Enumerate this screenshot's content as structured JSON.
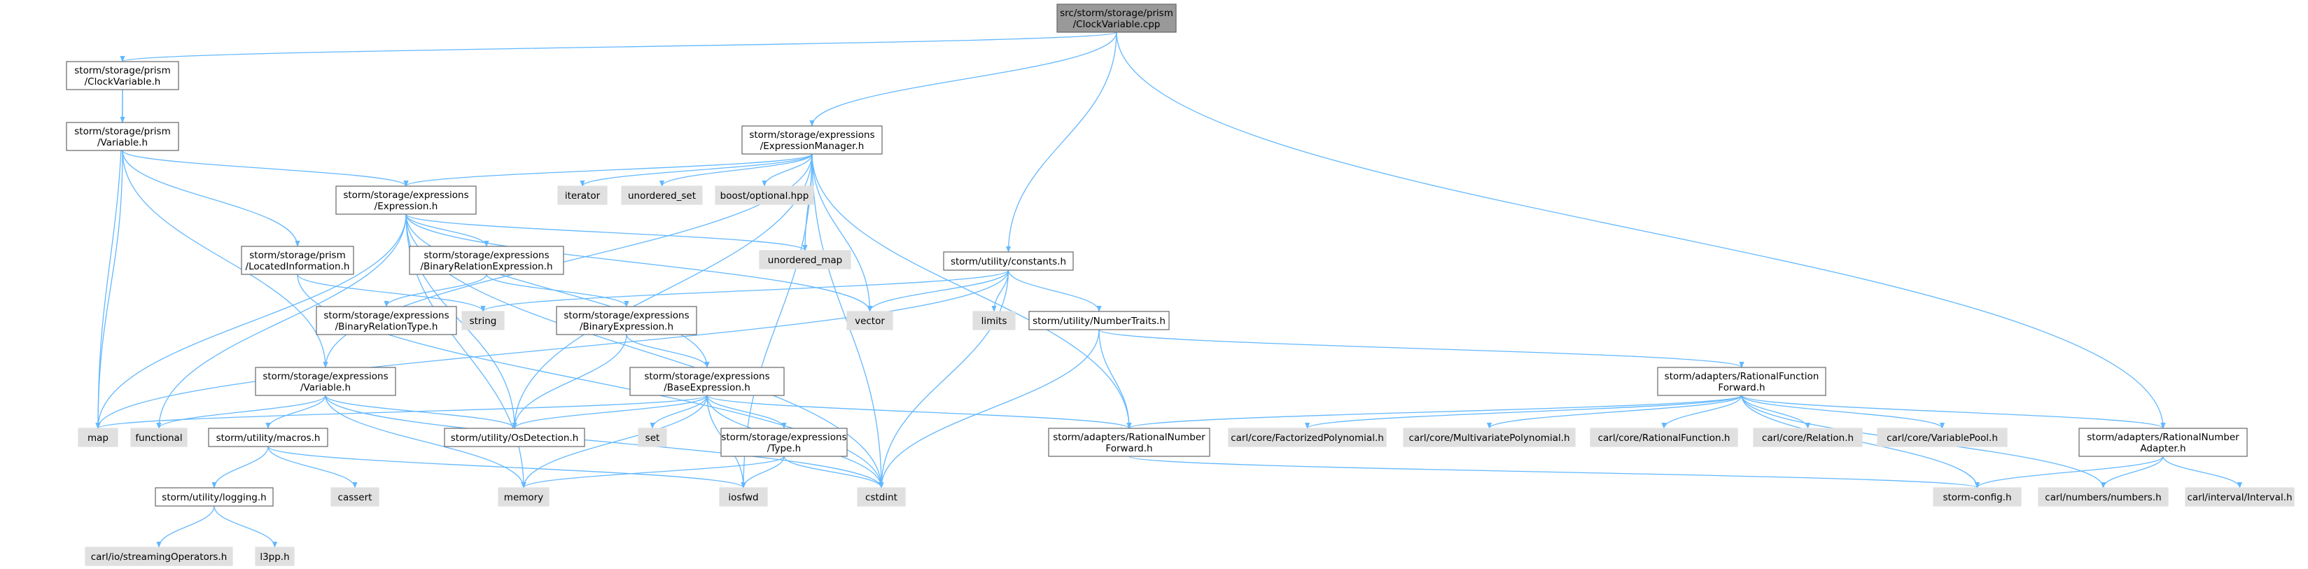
{
  "root": {
    "lines": [
      "src/storm/storage/prism",
      "/ClockVariable.cpp"
    ]
  },
  "nodes": {
    "clockvar_h": {
      "lines": [
        "storm/storage/prism",
        "/ClockVariable.h"
      ]
    },
    "prism_variable_h": {
      "lines": [
        "storm/storage/prism",
        "/Variable.h"
      ]
    },
    "expression_manager_h": {
      "lines": [
        "storm/storage/expressions",
        "/ExpressionManager.h"
      ]
    },
    "expression_h": {
      "lines": [
        "storm/storage/expressions",
        "/Expression.h"
      ]
    },
    "located_information_h": {
      "lines": [
        "storm/storage/prism",
        "/LocatedInformation.h"
      ]
    },
    "binary_relation_expression_h": {
      "lines": [
        "storm/storage/expressions",
        "/BinaryRelationExpression.h"
      ]
    },
    "binary_relation_type_h": {
      "lines": [
        "storm/storage/expressions",
        "/BinaryRelationType.h"
      ]
    },
    "binary_expression_h": {
      "lines": [
        "storm/storage/expressions",
        "/BinaryExpression.h"
      ]
    },
    "base_expression_h": {
      "lines": [
        "storm/storage/expressions",
        "/BaseExpression.h"
      ]
    },
    "expr_variable_h": {
      "lines": [
        "storm/storage/expressions",
        "/Variable.h"
      ]
    },
    "os_detection_h": {
      "lines": [
        "storm/utility/OsDetection.h"
      ]
    },
    "macros_h": {
      "lines": [
        "storm/utility/macros.h"
      ]
    },
    "logging_h": {
      "lines": [
        "storm/utility/logging.h"
      ]
    },
    "type_h": {
      "lines": [
        "storm/storage/expressions",
        "/Type.h"
      ]
    },
    "constants_h": {
      "lines": [
        "storm/utility/constants.h"
      ]
    },
    "number_traits_h": {
      "lines": [
        "storm/utility/NumberTraits.h"
      ]
    },
    "rn_forward_h": {
      "lines": [
        "storm/adapters/RationalNumber",
        "Forward.h"
      ]
    },
    "rf_forward_h": {
      "lines": [
        "storm/adapters/RationalFunction",
        "Forward.h"
      ]
    },
    "rn_adapter_h": {
      "lines": [
        "storm/adapters/RationalNumber",
        "Adapter.h"
      ]
    },
    "map": {
      "lines": [
        "map"
      ]
    },
    "functional": {
      "lines": [
        "functional"
      ]
    },
    "memory": {
      "lines": [
        "memory"
      ]
    },
    "cassert": {
      "lines": [
        "cassert"
      ]
    },
    "iosfwd": {
      "lines": [
        "iosfwd"
      ]
    },
    "cstdint": {
      "lines": [
        "cstdint"
      ]
    },
    "set": {
      "lines": [
        "set"
      ]
    },
    "string": {
      "lines": [
        "string"
      ]
    },
    "vector": {
      "lines": [
        "vector"
      ]
    },
    "limits": {
      "lines": [
        "limits"
      ]
    },
    "iterator": {
      "lines": [
        "iterator"
      ]
    },
    "unordered_set": {
      "lines": [
        "unordered_set"
      ]
    },
    "boost_optional": {
      "lines": [
        "boost/optional.hpp"
      ]
    },
    "unordered_map": {
      "lines": [
        "unordered_map"
      ]
    },
    "carl_streaming": {
      "lines": [
        "carl/io/streamingOperators.h"
      ]
    },
    "l3pp": {
      "lines": [
        "l3pp.h"
      ]
    },
    "carl_factorized": {
      "lines": [
        "carl/core/FactorizedPolynomial.h"
      ]
    },
    "carl_multivariate": {
      "lines": [
        "carl/core/MultivariatePolynomial.h"
      ]
    },
    "carl_rational_function": {
      "lines": [
        "carl/core/RationalFunction.h"
      ]
    },
    "carl_relation": {
      "lines": [
        "carl/core/Relation.h"
      ]
    },
    "carl_variable_pool": {
      "lines": [
        "carl/core/VariablePool.h"
      ]
    },
    "storm_config": {
      "lines": [
        "storm-config.h"
      ]
    },
    "carl_numbers": {
      "lines": [
        "carl/numbers/numbers.h"
      ]
    },
    "carl_interval": {
      "lines": [
        "carl/interval/Interval.h"
      ]
    }
  },
  "colors": {
    "edge": "#63b8ff",
    "file_border": "#666666",
    "system_fill": "#e0e0e0",
    "root_fill": "#999999"
  }
}
